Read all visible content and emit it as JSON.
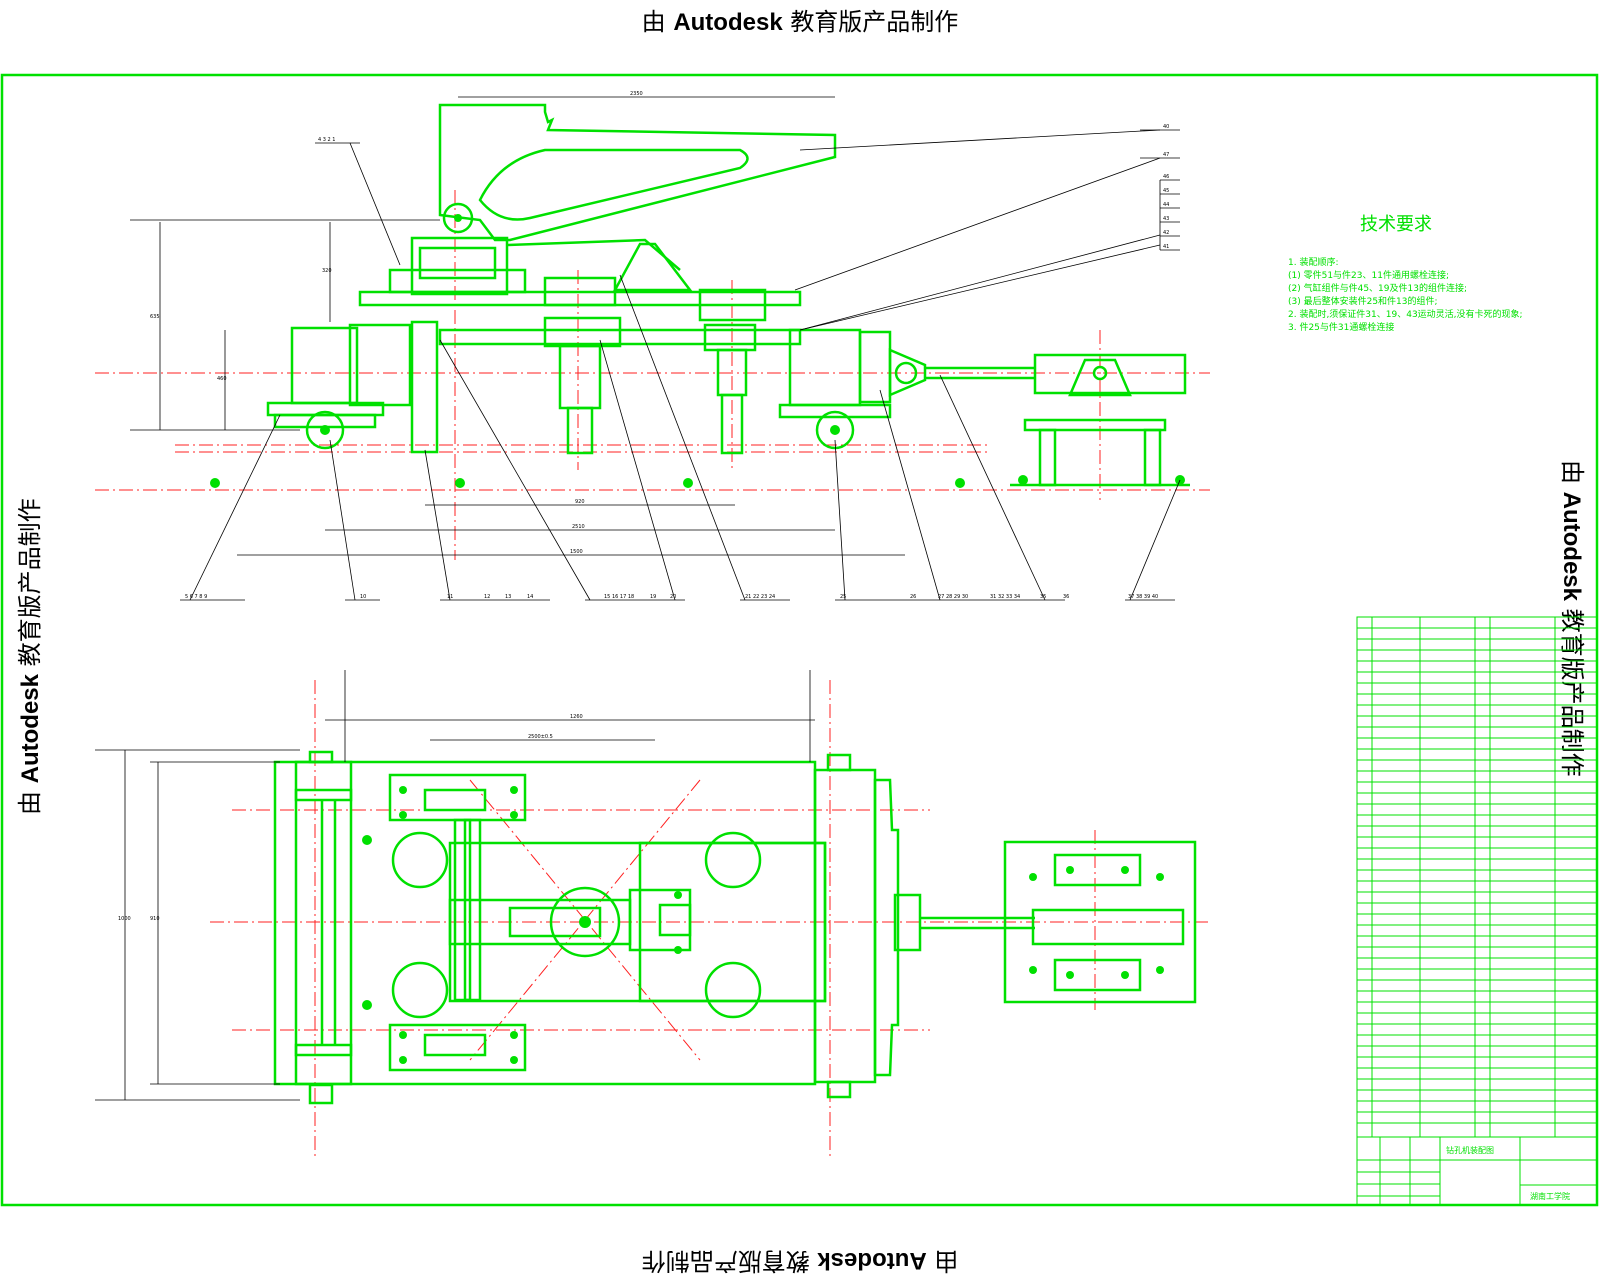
{
  "watermark": {
    "prefix": "由",
    "brand": "Autodesk",
    "suffix": "教育版产品制作"
  },
  "tech_requirements": {
    "title": "技术要求",
    "lines": [
      "1. 装配顺序:",
      "(1) 零件51与件23、11件通用螺栓连接;",
      "(2) 气缸组件与件45、19及件13的组件连接;",
      "(3) 最后整体安装件25和件13的组件;",
      "2. 装配时,须保证件31、19、43运动灵活,没有卡死的现象;",
      "3. 件25与件31通螺栓连接"
    ]
  },
  "dimensions": {
    "top_overall": "2350",
    "front_1": "1500",
    "front_2": "2510",
    "front_3": "920",
    "plan_overall": "1260",
    "plan_inner": "2500±0.5",
    "plan_height_1": "1000",
    "plan_height_2": "910",
    "side_1": "635",
    "side_2": "320",
    "side_3": "460"
  },
  "callouts": {
    "top_left_group": "4 3 2 1",
    "right_column": [
      "40",
      "47",
      "46",
      "45",
      "44",
      "43",
      "42",
      "41"
    ],
    "bottom_row": [
      "5 6 7 8 9",
      "10",
      "11",
      "12",
      "13",
      "14",
      "15 16 17 18",
      "19",
      "20",
      "21 22 23 24",
      "25",
      "26",
      "27 28 29 30",
      "31 32 33 34",
      "35",
      "36",
      "37 38 39 40"
    ]
  },
  "title_block": {
    "drawing_name": "钻孔机装配图",
    "school": "湖南工学院"
  }
}
